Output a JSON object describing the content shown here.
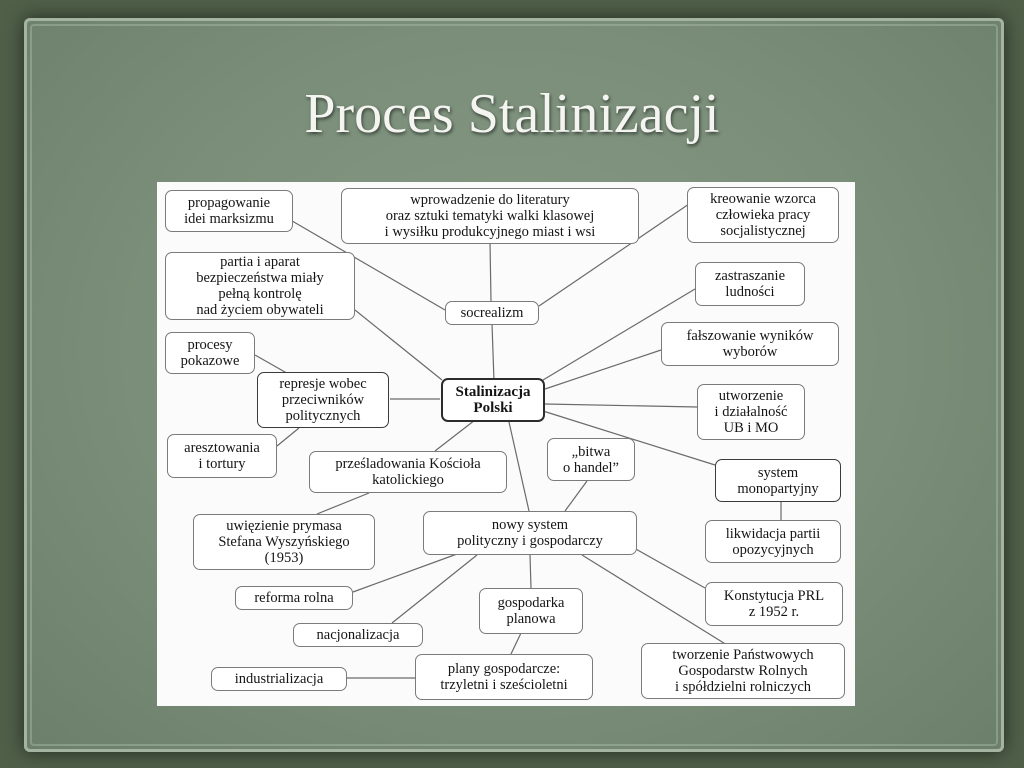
{
  "slide": {
    "title": "Proces Stalinizacji"
  },
  "diagram": {
    "central": "Stalinizacja\nPolski",
    "socrealizm": "socrealizm",
    "nowy_system": "nowy system\npolityczny i  gospodarczy",
    "propaganda": "propagowanie\nidei marksizmu",
    "literatura": "wprowadzenie do literatury\noraz sztuki tematyki walki klasowej\ni wysiłku produkcyjnego miast i wsi",
    "wzorzec": "kreowanie wzorca\nczłowieka pracy\nsocjalistycznej",
    "kontrola": "partia i aparat\nbezpieczeństwa miały\npełną kontrolę\nnad  życiem obywateli",
    "zastraszanie": "zastraszanie\nludności",
    "falszowanie": "fałszowanie wyników\nwyborów",
    "procesy": "procesy\npokazowe",
    "represje": "represje wobec\nprzeciwników\npolitycznych",
    "ub_mo": "utworzenie\ni działalność\nUB i MO",
    "aresztowania": "aresztowania\ni tortury",
    "kosciol": "prześladowania Kościoła\nkatolickiego",
    "bitwa": "„bitwa\no handel”",
    "monopartyjny": "system\nmonopartyjny",
    "prymas": "uwięzienie prymasa\nStefana Wyszyńskiego\n(1953)",
    "likwidacja": "likwidacja partii\nopozycyjnych",
    "reforma": "reforma rolna",
    "konstytucja": "Konstytucja PRL\nz 1952 r.",
    "gospodarka": "gospodarka\nplanowa",
    "nacjonalizacja": "nacjonalizacja",
    "pgr": "tworzenie Państwowych\nGospodarstw Rolnych\ni spółdzielni rolniczych",
    "industrializacja": "industrializacja",
    "plany": "plany gospodarcze:\ntrzyletni i sześcioletni"
  },
  "colors": {
    "slide_background": "#7a8e79",
    "title_text": "#f4f4f1",
    "panel_background": "#fbfbfb",
    "node_border": "#7b7b7b",
    "connector": "#6a6a6a"
  }
}
